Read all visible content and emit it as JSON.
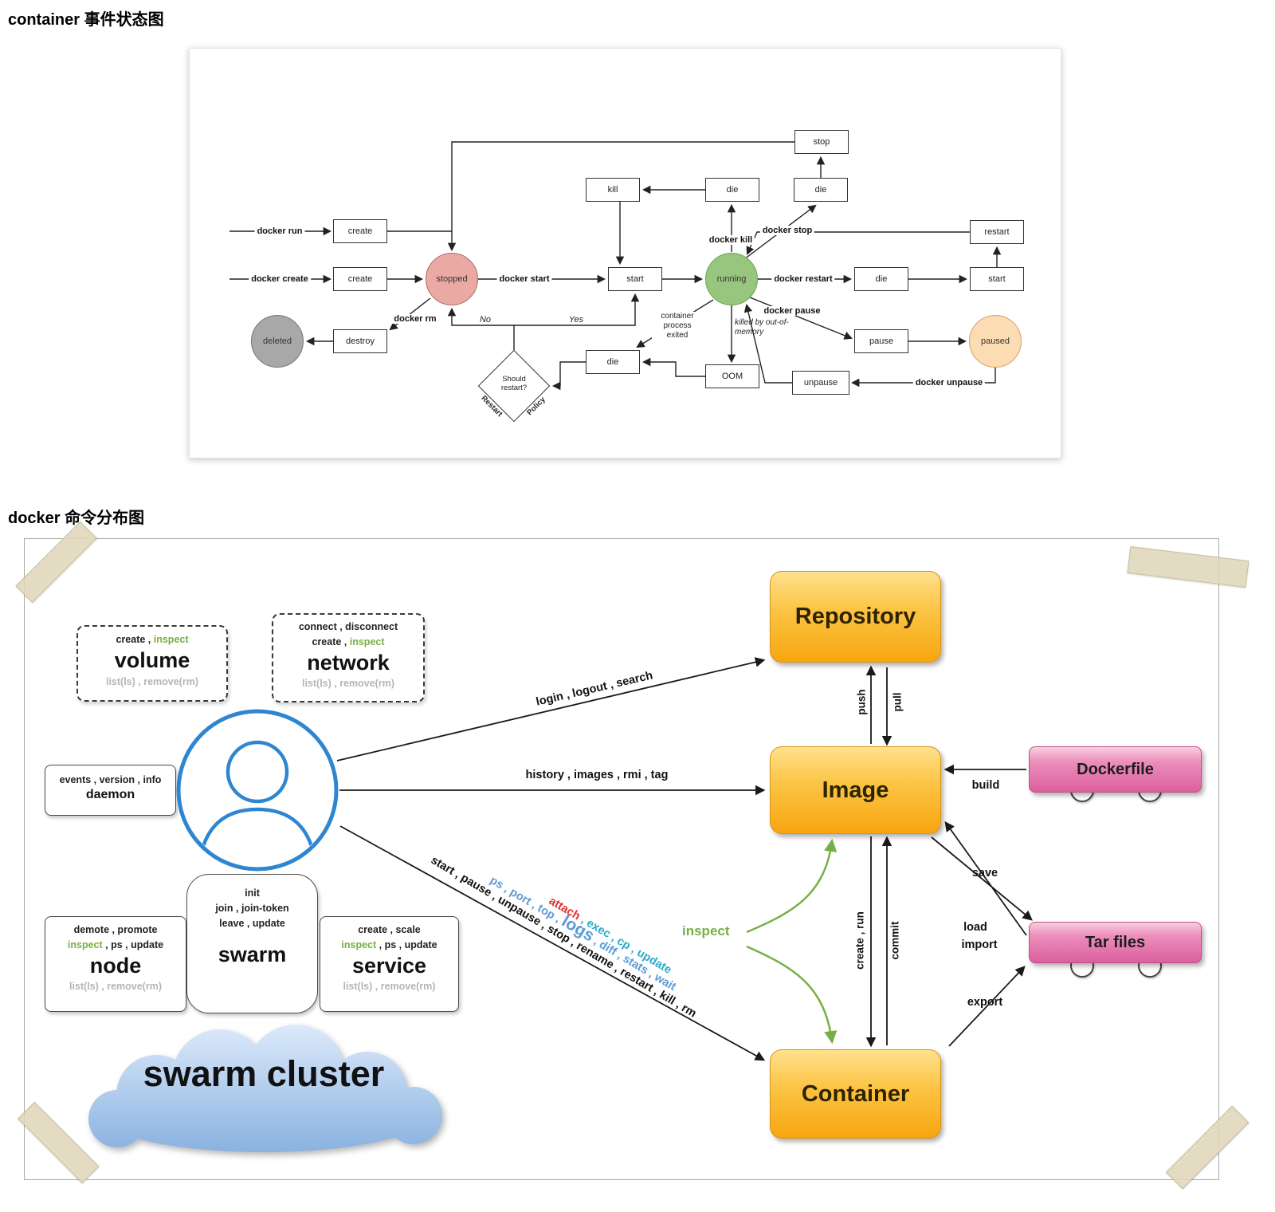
{
  "titles": {
    "state": "container 事件状态图",
    "commands": "docker 命令分布图"
  },
  "state_diagram": {
    "events": {
      "create": "create",
      "stop": "stop",
      "kill": "kill",
      "die": "die",
      "start": "start",
      "restart": "restart",
      "destroy": "destroy",
      "oom": "OOM",
      "pause": "pause",
      "unpause": "unpause"
    },
    "states": {
      "stopped": "stopped",
      "running": "running",
      "deleted": "deleted",
      "paused": "paused"
    },
    "commands": {
      "run": "docker run",
      "create": "docker create",
      "start": "docker start",
      "restart": "docker restart",
      "kill": "docker kill",
      "stop": "docker stop",
      "pause": "docker pause",
      "unpause": "docker unpause",
      "rm": "docker rm"
    },
    "notes": {
      "yes": "Yes",
      "no": "No",
      "process_exited": "container process exited",
      "oom_killed": "killed by out-of-memory",
      "should_restart": "Should restart?",
      "policy_left": "Restart",
      "policy_right": "Policy"
    }
  },
  "command_diagram": {
    "groups": {
      "volume": {
        "ops1a": "create , ",
        "ops1b": "inspect",
        "name": "volume",
        "ops2": "list(ls) , remove(rm)"
      },
      "network": {
        "ops1": "connect , disconnect",
        "ops2a": "create , ",
        "ops2b": "inspect",
        "name": "network",
        "ops3": "list(ls) , remove(rm)"
      },
      "daemon": {
        "ops1": "events , version , info",
        "name": "daemon"
      },
      "node": {
        "ops1": "demote , promote",
        "ops2a": "inspect",
        "ops2b": " , ps , update",
        "name": "node",
        "ops3": "list(ls) , remove(rm)"
      },
      "swarm": {
        "ops1": "init",
        "ops2": "join , join-token",
        "ops3": "leave , update",
        "name": "swarm"
      },
      "service": {
        "ops1": "create , scale",
        "ops2a": "inspect",
        "ops2b": " , ps , update",
        "name": "service",
        "ops3": "list(ls) , remove(rm)"
      }
    },
    "cloud": "swarm cluster",
    "nodes": {
      "repository": "Repository",
      "image": "Image",
      "container": "Container",
      "dockerfile": "Dockerfile",
      "tarfiles": "Tar files"
    },
    "edges": {
      "repository": "login , logout , search",
      "image": "history , images , rmi , tag",
      "container_mgmt": "start , pause , unpause , stop , rename , restart , kill , rm",
      "container_attach": "attach",
      "container_attach_rest": " , exec , cp , update",
      "container_info_a": "ps , port , top , ",
      "container_logs": "logs",
      "container_info_b": " , diff , stats , wait",
      "push": "push",
      "pull": "pull",
      "create_run": "create , run",
      "commit": "commit",
      "inspect": "inspect",
      "build": "build",
      "save": "save",
      "load": "load",
      "import": "import",
      "export": "export"
    },
    "colors": {
      "accent_green": "#76b043",
      "accent_blue": "#5b9bd5",
      "accent_red": "#e03131",
      "accent_teal": "#29abca",
      "node_orange": "#f7a60f",
      "node_pink": "#db5f9e"
    }
  }
}
